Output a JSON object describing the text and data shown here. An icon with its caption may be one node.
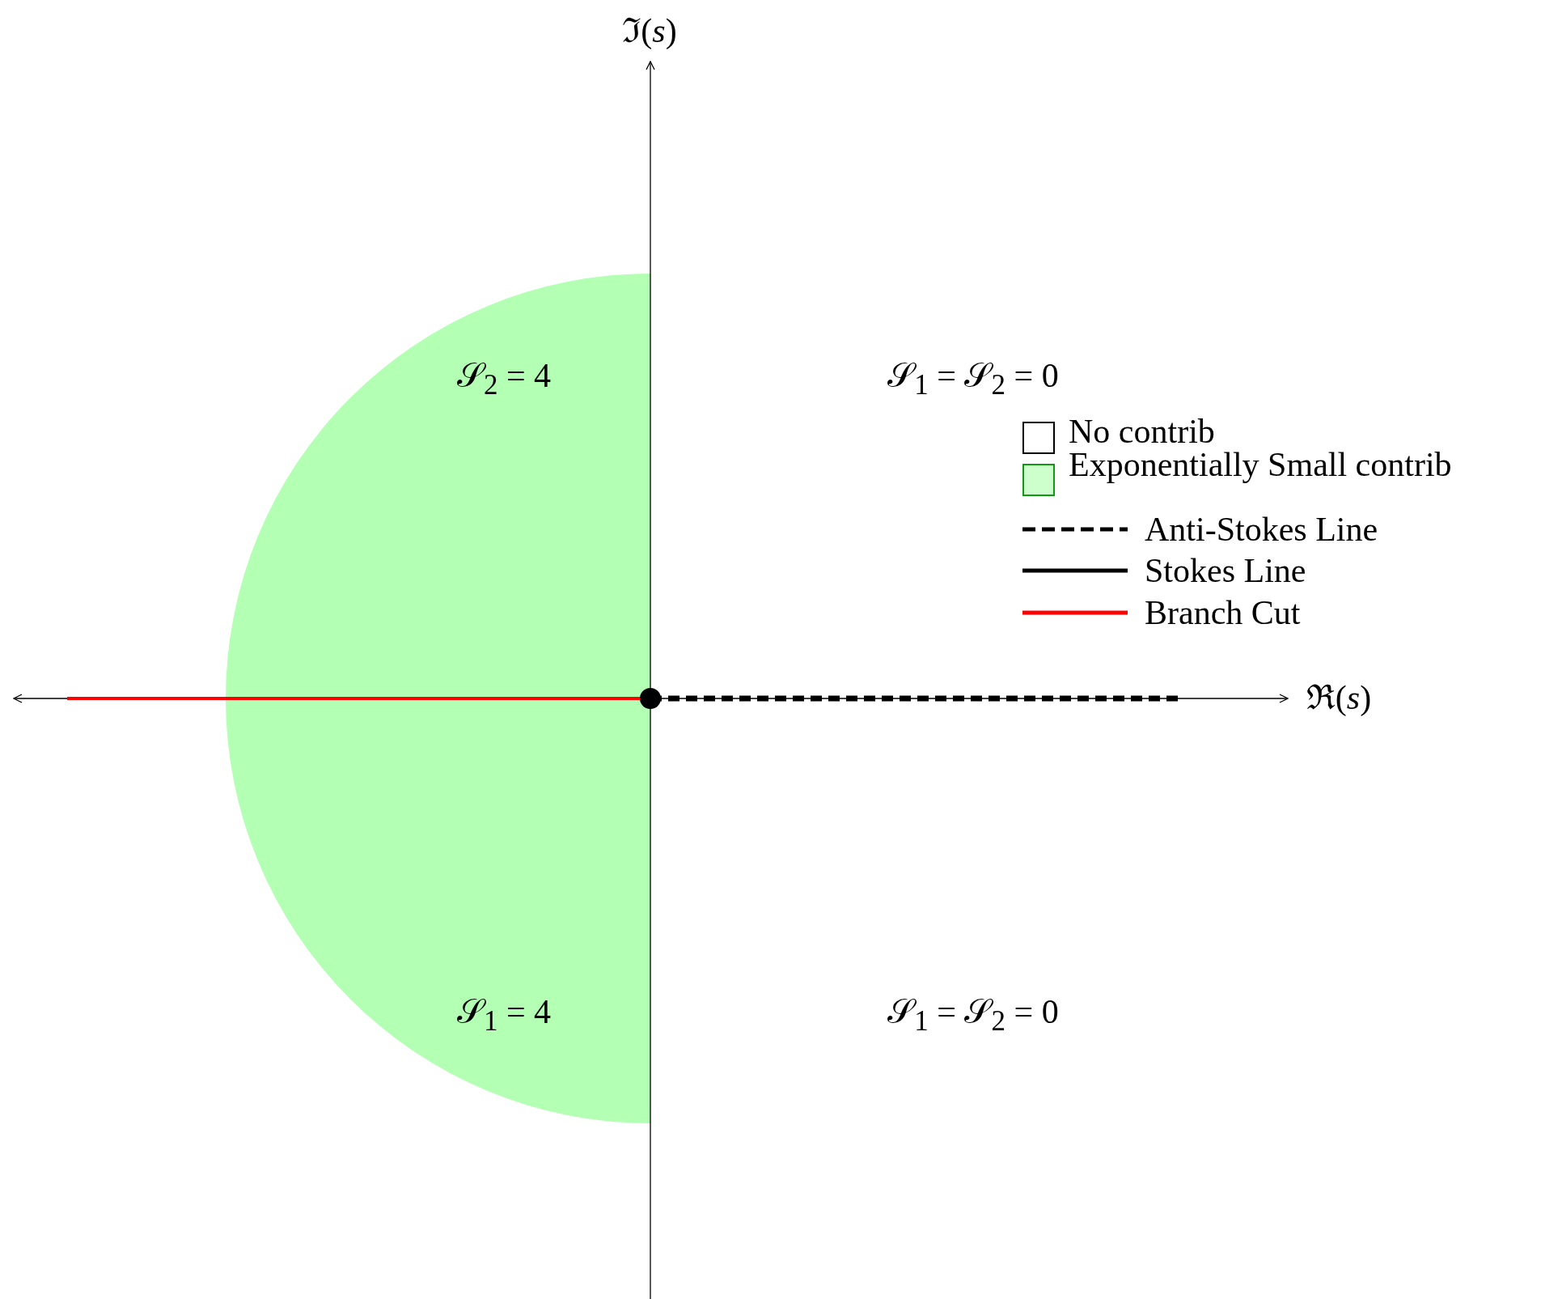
{
  "diagram": {
    "labels": [
      "ℑ(*s*)",
      "𝒮$_{2}$ = 4",
      "𝒮$_{1}$ = 𝒮$_{2}$ = 0",
      "ℜ(*s*)",
      "𝒮$_{1}$ = 4",
      "𝒮$_{1}$ = 𝒮$_{2}$ = 0"
    ],
    "legend": [
      {
        "text": "No contrib",
        "color": "#ffffff"
      },
      {
        "text": "Exponentially Small contrib",
        "color": "#ccffcc"
      },
      {
        "text": "Anti-Stokes Line"
      },
      {
        "text": "Stokes Line"
      },
      {
        "text": "Branch Cut"
      }
    ]
  }
}
